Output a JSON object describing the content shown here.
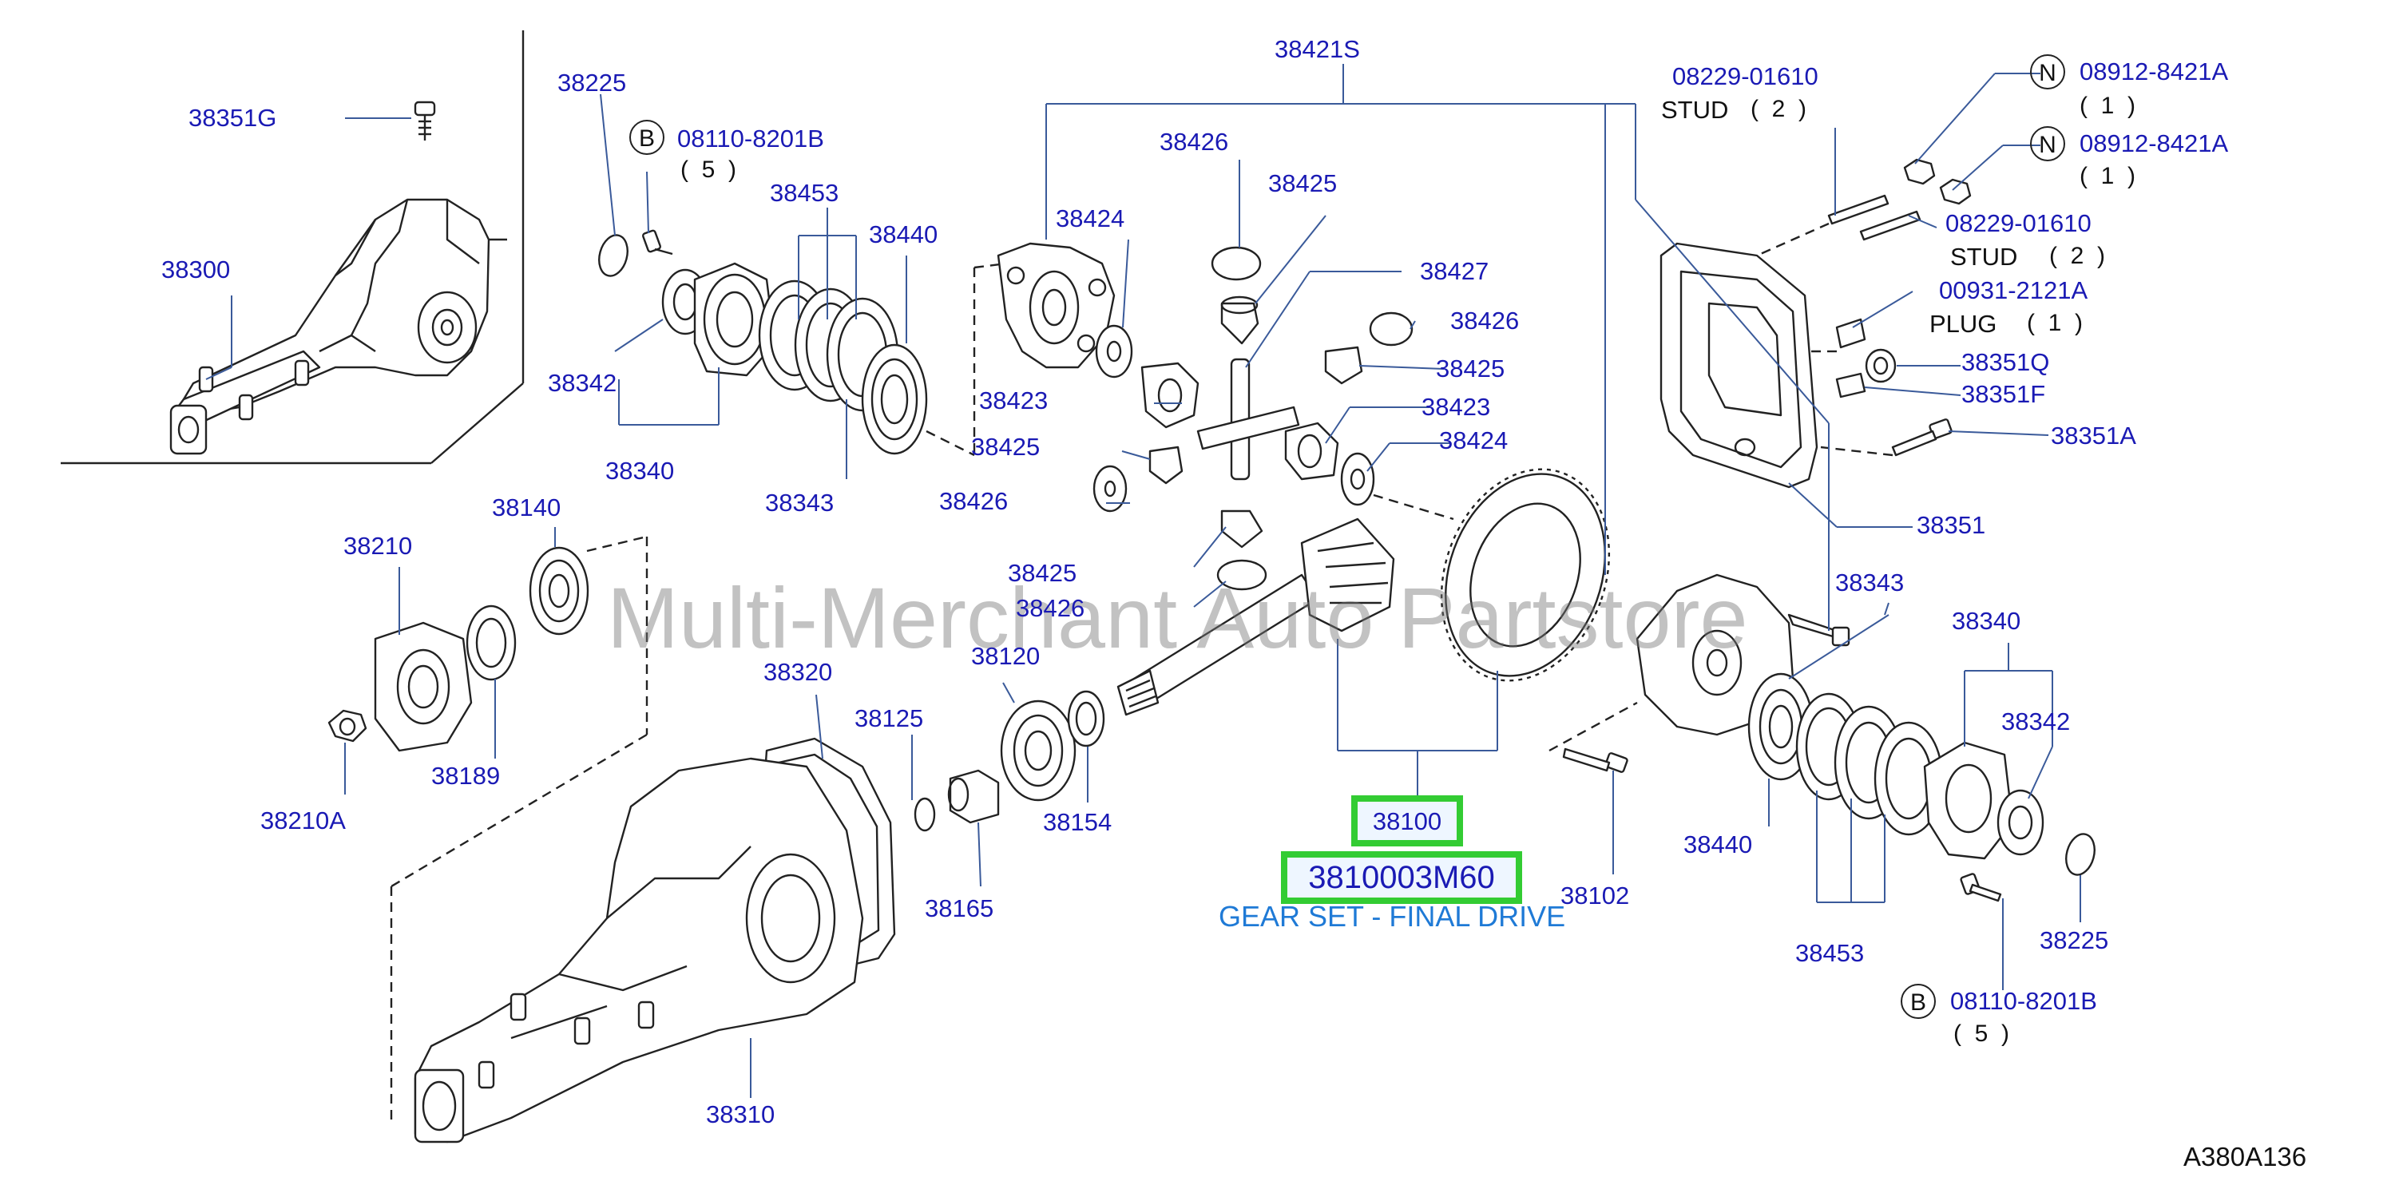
{
  "diagram_ref": "A380A136",
  "watermark": "Multi-Merchant Auto Partstore",
  "highlight": {
    "part_number": "38100",
    "catalog_number": "3810003M60",
    "description": "GEAR SET - FINAL DRIVE"
  },
  "callouts": {
    "c38351G": "38351G",
    "c38300": "38300",
    "c38225_top": "38225",
    "c08110_top": "08110-8201B",
    "c38453_top": "38453",
    "c38440_left": "38440",
    "c38342_left": "38342",
    "c38340_left": "38340",
    "c38343_left": "38343",
    "c38421S": "38421S",
    "c38426_a": "38426",
    "c38425_a": "38425",
    "c38424_a": "38424",
    "c38427": "38427",
    "c38426_b": "38426",
    "c38425_b": "38425",
    "c38423_a": "38423",
    "c38423_b": "38423",
    "c38425_c": "38425",
    "c38424_b": "38424",
    "c38426_c": "38426",
    "c38425_d": "38425",
    "c38426_d": "38426",
    "c08229_top": "08229-01610",
    "c08912_a": "08912-8421A",
    "c08912_b": "08912-8421A",
    "c08229_mid": "08229-01610",
    "c00931": "00931-2121A",
    "c38351Q": "38351Q",
    "c38351F": "38351F",
    "c38351A": "38351A",
    "c38351": "38351",
    "c38140": "38140",
    "c38210": "38210",
    "c38189": "38189",
    "c38210A": "38210A",
    "c38320": "38320",
    "c38125": "38125",
    "c38120": "38120",
    "c38154": "38154",
    "c38165": "38165",
    "c38310": "38310",
    "c38102": "38102",
    "c38343_right": "38343",
    "c38340_right": "38340",
    "c38342_right": "38342",
    "c38440_right": "38440",
    "c38453_right": "38453",
    "c38225_right": "38225",
    "c08110_bottom": "08110-8201B"
  },
  "notes": {
    "stud_top": "STUD",
    "stud_top_qty": "(  2  )",
    "stud_mid": "STUD",
    "stud_mid_qty": "(  2  )",
    "plug": "PLUG",
    "plug_qty": "(  1  )",
    "qty_08912_a": "(  1  )",
    "qty_08912_b": "(  1  )",
    "qty_08110_top": "(  5  )",
    "qty_08110_bottom": "(  5  )"
  },
  "markers": {
    "b_top": "B",
    "b_bottom": "B",
    "n_a": "N",
    "n_b": "N"
  },
  "colors": {
    "callout_text": "#1a1ab4",
    "description_text": "#1f7ad6",
    "highlight_border": "#33cc33",
    "leader_line": "#3a5a9a",
    "part_outline": "#222222"
  }
}
